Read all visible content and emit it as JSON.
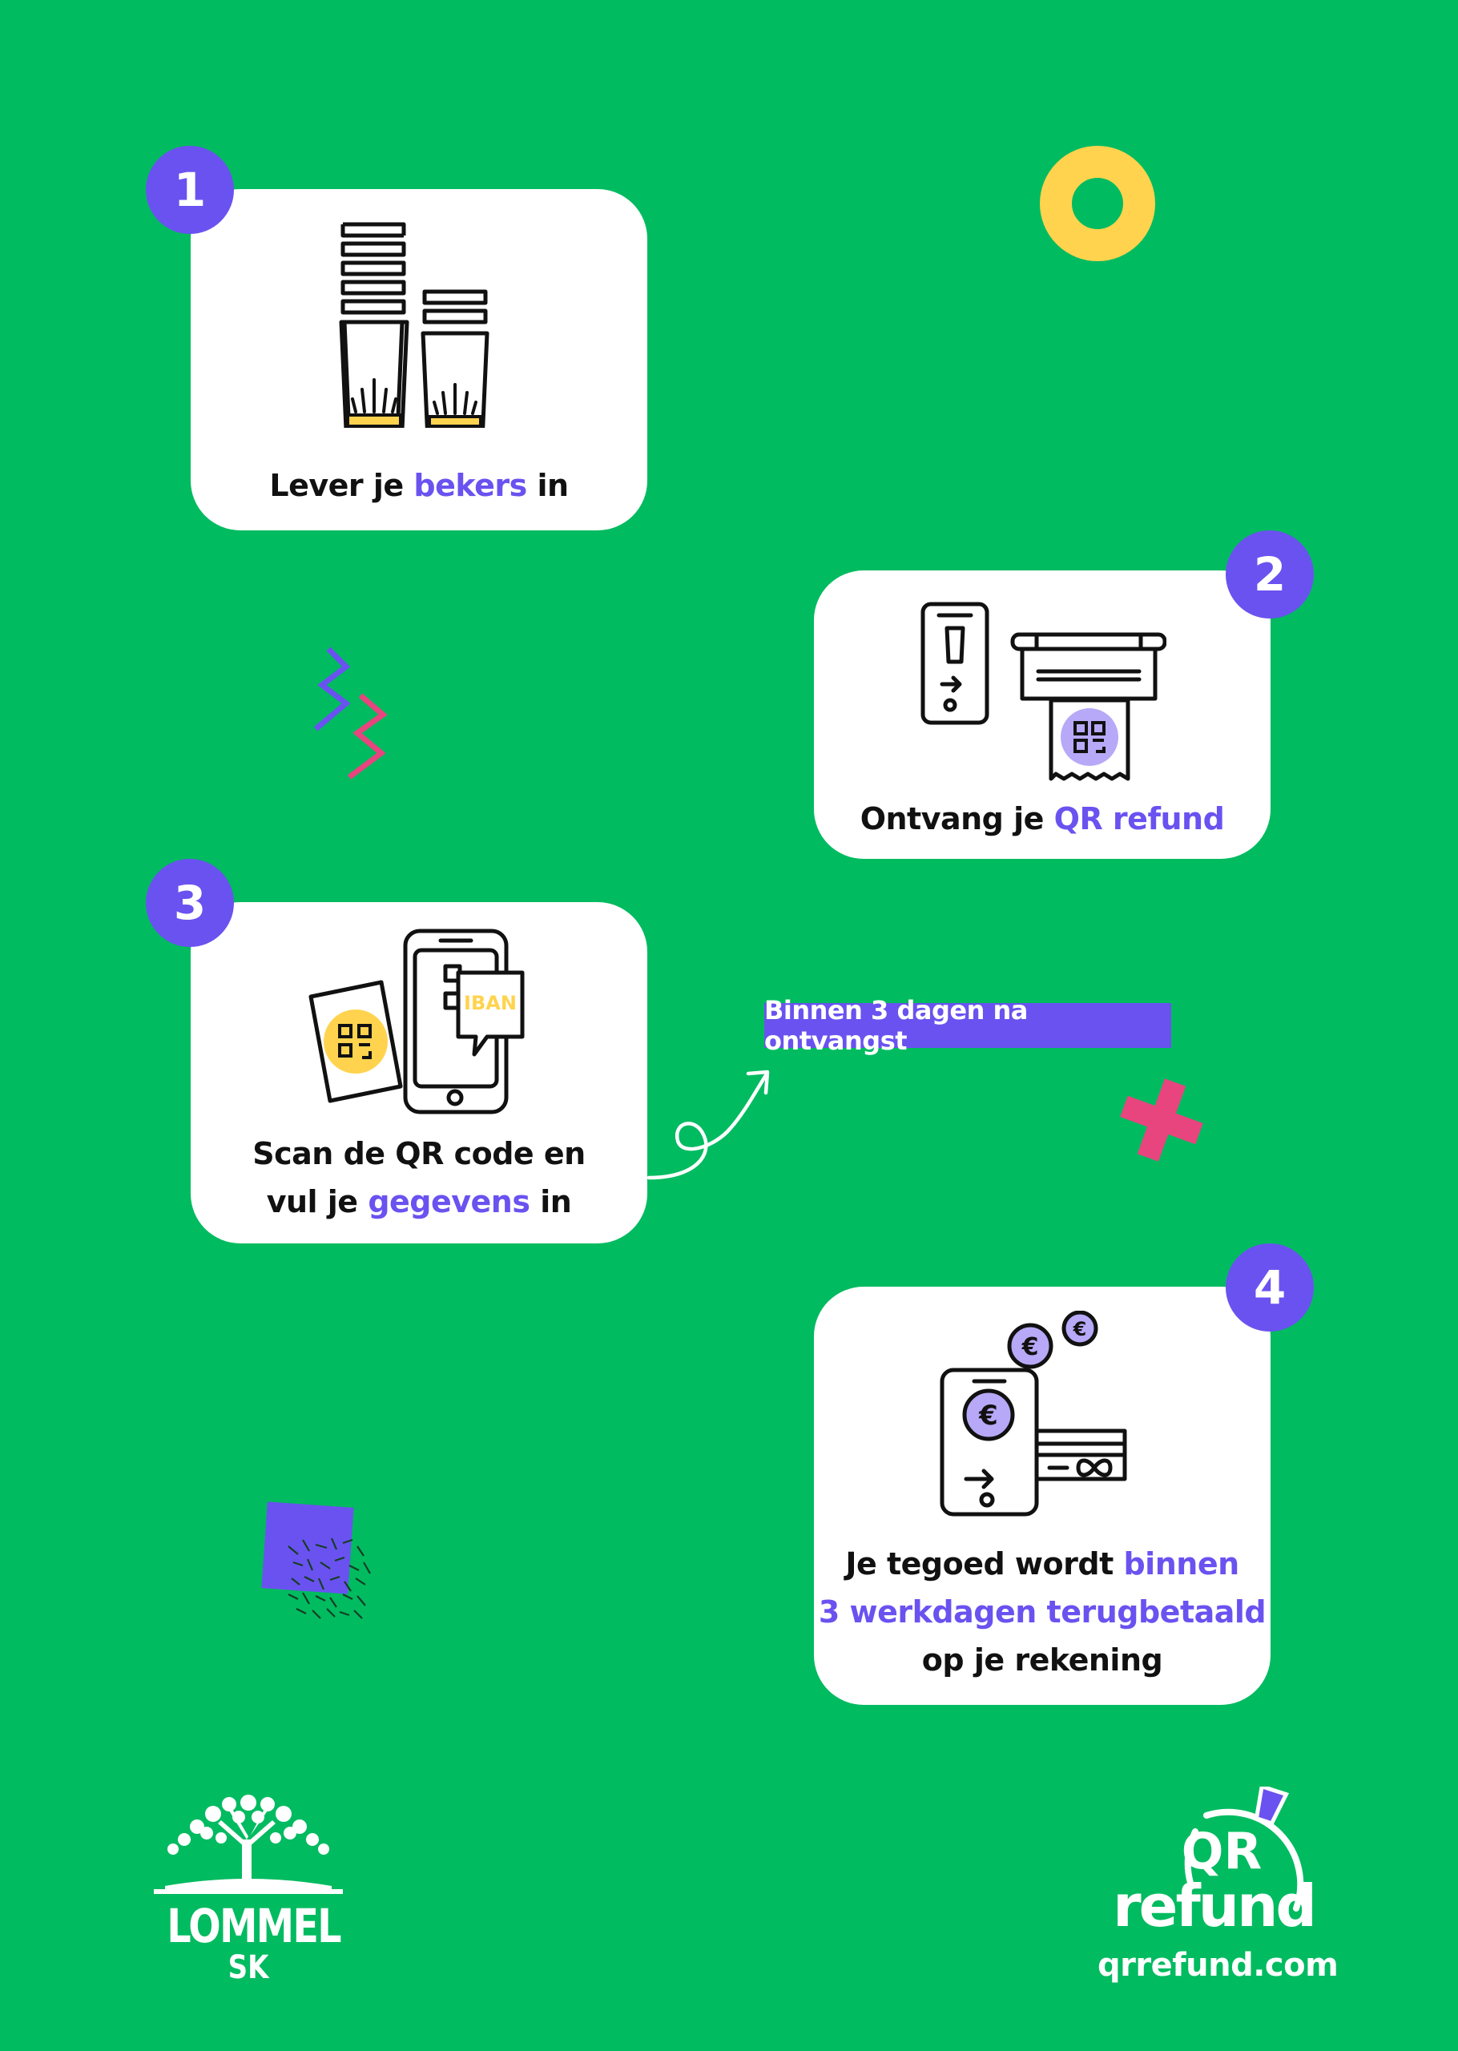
{
  "steps": [
    {
      "number": "1",
      "text_pre": "Lever je ",
      "text_hl": "bekers",
      "text_post": " in"
    },
    {
      "number": "2",
      "text_pre": "Ontvang je ",
      "text_hl": "QR refund",
      "text_post": ""
    },
    {
      "number": "3",
      "line1": "Scan de QR code en",
      "line2_pre": "vul je ",
      "line2_hl": "gegevens",
      "line2_post": " in"
    },
    {
      "number": "4",
      "line1_pre": "Je tegoed wordt ",
      "line1_hl": "binnen",
      "line2_hl": "3 werkdagen terugbetaald",
      "line3": "op je rekening"
    }
  ],
  "iban_label": "IBAN",
  "timing_tag": "Binnen 3 dagen na ontvangst",
  "logos": {
    "lommel_line1": "LOMMEL",
    "lommel_line2": "SK",
    "qr_top": "QR",
    "qr_bottom": "refund",
    "website": "qrrefund.com"
  },
  "colors": {
    "background": "#01bb60",
    "accent": "#6a52f0",
    "yellow": "#ffd34e",
    "pink": "#e8457f",
    "card": "#ffffff"
  },
  "icons": [
    "stacked-cups-icon",
    "phone-receipt-printer-icon",
    "phone-iban-qr-icon",
    "phone-coins-card-icon",
    "euro-coin-icon"
  ]
}
